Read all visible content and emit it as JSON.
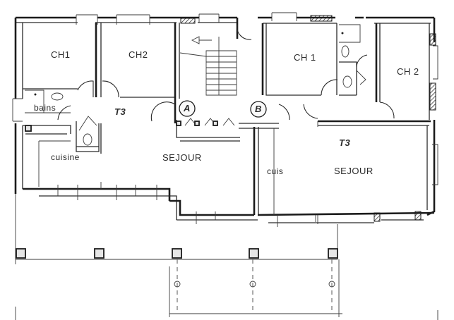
{
  "plan": {
    "type": "floor-plan",
    "apartments": [
      {
        "id": "left",
        "type_label": "T3",
        "entrance_label": "A",
        "rooms": [
          {
            "key": "ch1",
            "label": "CH1"
          },
          {
            "key": "ch2",
            "label": "CH2"
          },
          {
            "key": "bains",
            "label": "bains"
          },
          {
            "key": "cuisine",
            "label": "cuisine"
          },
          {
            "key": "sejour",
            "label": "SEJOUR"
          }
        ]
      },
      {
        "id": "right",
        "type_label": "T3",
        "entrance_label": "B",
        "rooms": [
          {
            "key": "ch1",
            "label": "CH 1"
          },
          {
            "key": "ch2",
            "label": "CH 2"
          },
          {
            "key": "cuis",
            "label": "cuis"
          },
          {
            "key": "sejour",
            "label": "SEJOUR"
          }
        ]
      }
    ],
    "colors": {
      "line": "#1c1c1c",
      "background": "#ffffff"
    }
  }
}
